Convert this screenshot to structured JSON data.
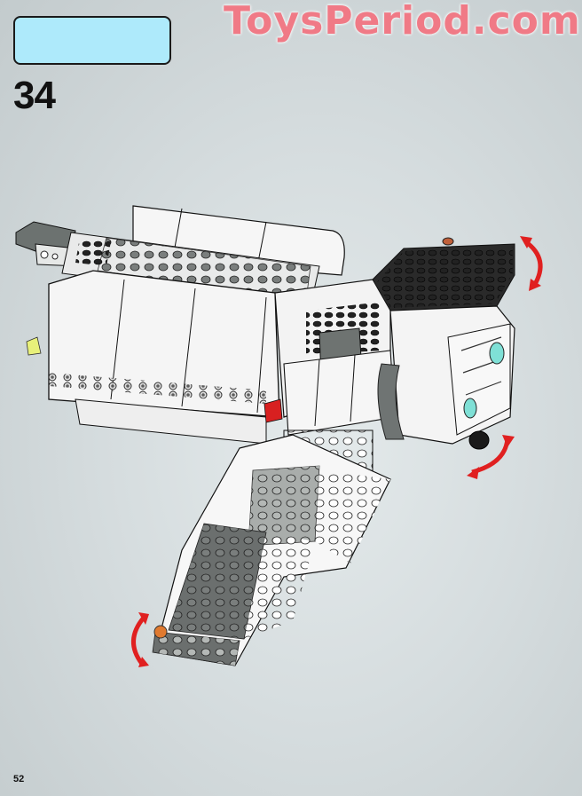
{
  "page": {
    "step_number": "34",
    "page_number": "52",
    "watermark_text": "ToysPeriod.com",
    "parts_callout": {
      "contents": "",
      "background": "#aeeafb"
    }
  },
  "illustration": {
    "subject": "LEGO model assembly (white hull with grey/black plates, tracked module and ramp)",
    "rotation_arrows": [
      {
        "position": "upper-right",
        "color": "#e02020"
      },
      {
        "position": "lower-right",
        "color": "#e02020"
      },
      {
        "position": "lower-left",
        "color": "#e02020"
      }
    ],
    "colors": {
      "white_brick": "#f7f7f7",
      "light_grey_brick": "#a9adab",
      "dark_grey_brick": "#6b6f6e",
      "black_brick": "#1e1e1e",
      "trans_cyan": "#7fe0d6",
      "trans_yellow": "#e8f07a",
      "red_part": "#d82020",
      "orange_part": "#e07a30"
    }
  }
}
